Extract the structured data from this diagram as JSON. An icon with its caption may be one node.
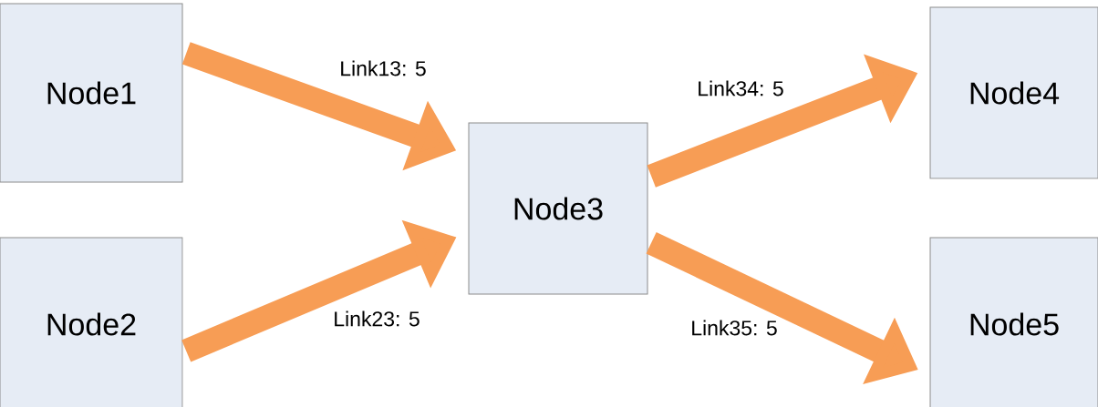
{
  "diagram": {
    "nodes": [
      {
        "text": [
          "Node1"
        ]
      },
      {
        "text": [
          "Node2"
        ]
      },
      {
        "text": [
          "Node3"
        ]
      },
      {
        "text": [
          "Node4"
        ]
      },
      {
        "text": [
          "Node5"
        ]
      }
    ],
    "edges": [
      {
        "from": 0,
        "to": 2,
        "arrow": "to",
        "label": "Link13: 5"
      },
      {
        "from": 1,
        "to": 2,
        "arrow": "to",
        "label": "Link23: 5"
      },
      {
        "from": 2,
        "to": 3,
        "arrow": "to",
        "label": "Link34: 5"
      },
      {
        "from": 2,
        "to": 4,
        "arrow": "to",
        "label": "Link35: 5"
      }
    ]
  }
}
